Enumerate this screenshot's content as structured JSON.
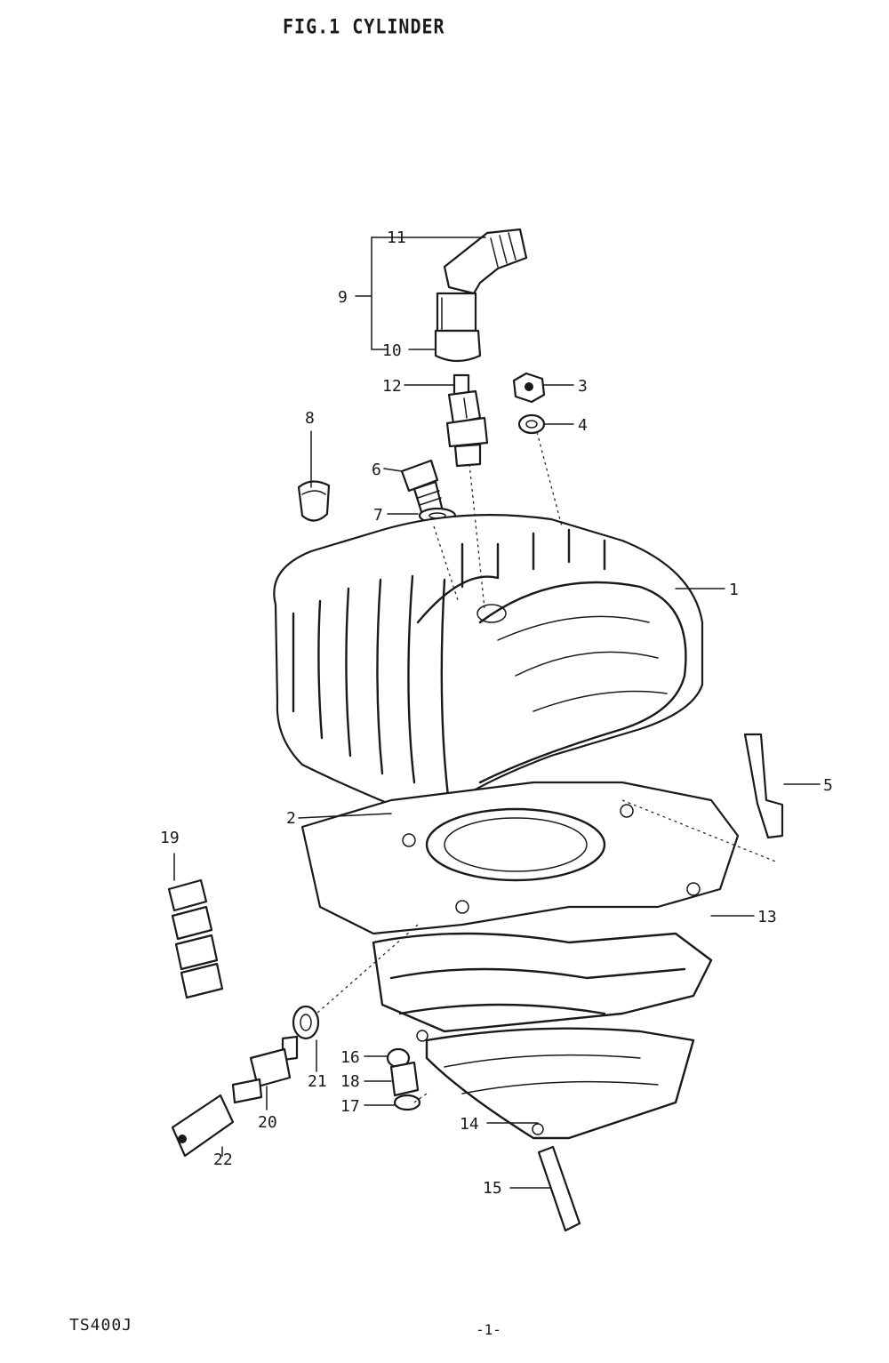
{
  "header": {
    "title": "FIG.1  CYLINDER"
  },
  "footer": {
    "model": "TS400J",
    "page": "-1-"
  },
  "callouts": {
    "c1": "1",
    "c2": "2",
    "c3": "3",
    "c4": "4",
    "c5": "5",
    "c6": "6",
    "c7": "7",
    "c8": "8",
    "c9": "9",
    "c10": "10",
    "c11": "11",
    "c12": "12",
    "c13": "13",
    "c14": "14",
    "c15": "15",
    "c16": "16",
    "c17": "17",
    "c18": "18",
    "c19": "19",
    "c20": "20",
    "c21": "21",
    "c22": "22"
  }
}
